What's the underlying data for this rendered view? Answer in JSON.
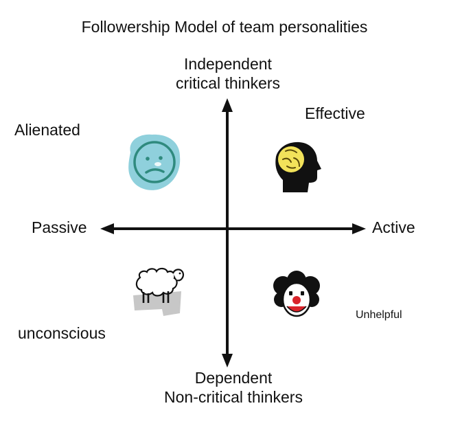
{
  "title": "Followership Model of team personalities",
  "axes": {
    "top": {
      "line1": "Independent",
      "line2": "critical thinkers"
    },
    "bottom": {
      "line1": "Dependent",
      "line2": "Non-critical thinkers"
    },
    "left": "Passive",
    "right": "Active"
  },
  "quadrants": {
    "top_left": {
      "label": "Alienated",
      "icon": "sad-face-icon"
    },
    "top_right": {
      "label": "Effective",
      "icon": "brain-head-icon"
    },
    "bottom_left": {
      "label": "unconscious",
      "icon": "sheep-icon"
    },
    "bottom_right": {
      "label": "Unhelpful",
      "icon": "clown-icon"
    }
  },
  "colors": {
    "face_bg": "#8fd0dc",
    "face_stroke": "#2f8a7e",
    "brain_bg": "#f2e25a",
    "arrow": "#111111"
  }
}
